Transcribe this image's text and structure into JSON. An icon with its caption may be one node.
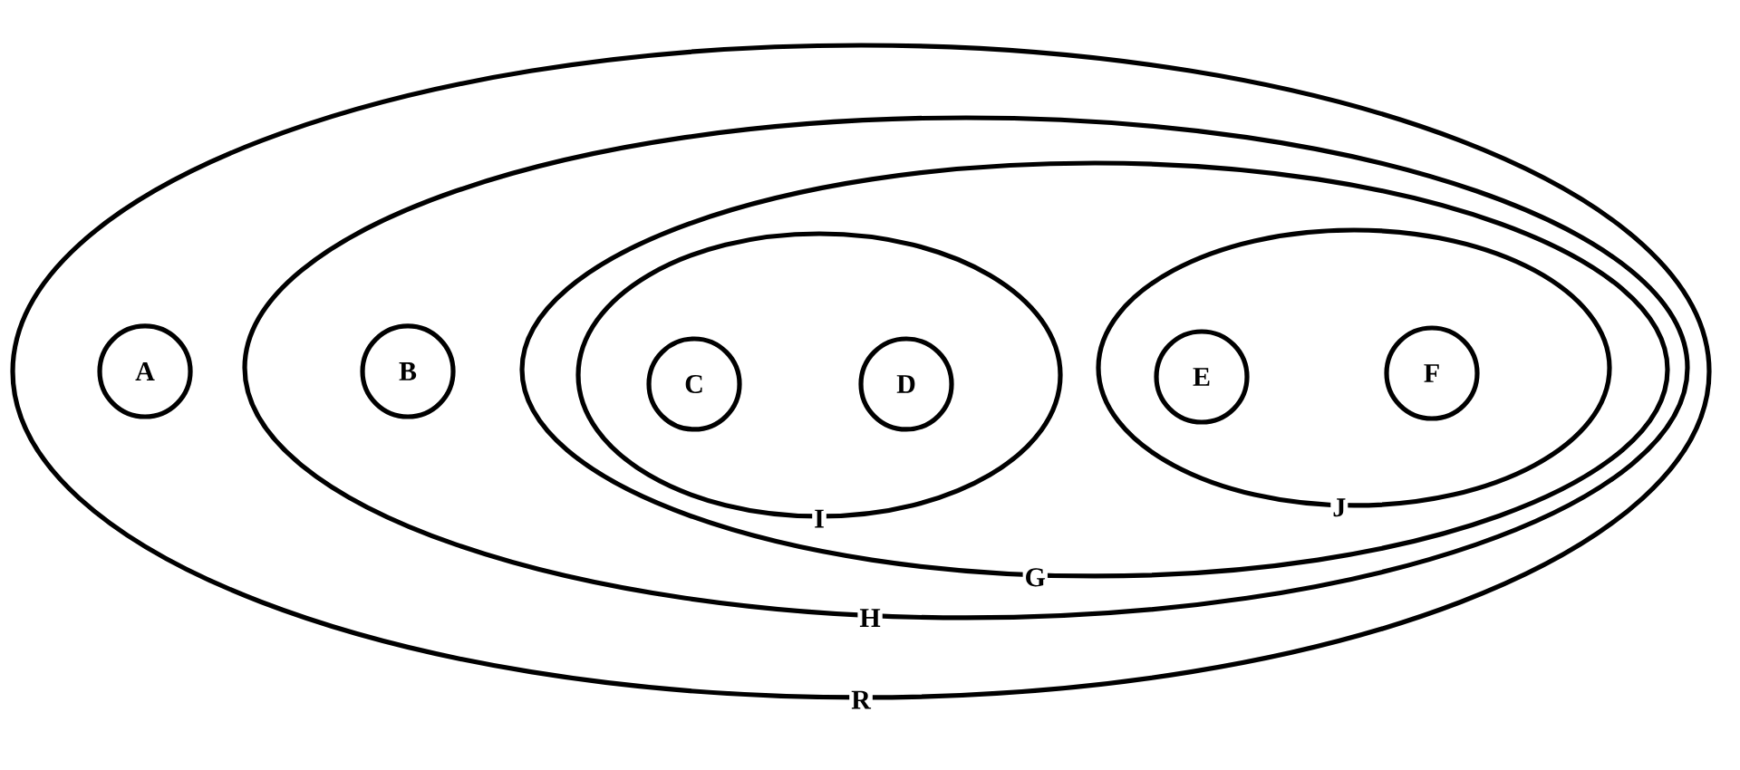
{
  "diagram": {
    "nodes": [
      {
        "text": [
          "R"
        ]
      },
      {
        "text": [
          "A"
        ],
        "in": 0
      },
      {
        "text": [
          "H"
        ],
        "in": 0
      },
      {
        "text": [
          "B"
        ],
        "in": 2
      },
      {
        "text": [
          "G"
        ],
        "in": 2
      },
      {
        "text": [
          "I"
        ],
        "in": 4
      },
      {
        "text": [
          "C"
        ],
        "in": 5
      },
      {
        "text": [
          "D"
        ],
        "in": 5
      },
      {
        "text": [
          "J"
        ],
        "in": 4
      },
      {
        "text": [
          "E"
        ],
        "in": 8
      },
      {
        "text": [
          "F"
        ],
        "in": 8
      }
    ]
  }
}
